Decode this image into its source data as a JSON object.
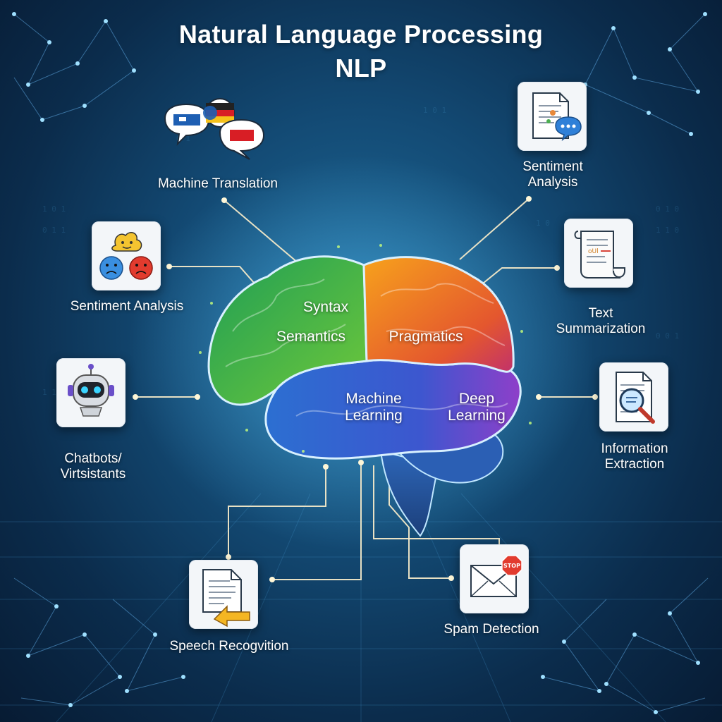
{
  "title": {
    "line1": "Natural Language Processing",
    "line2": "NLP"
  },
  "brain": {
    "regions": [
      {
        "name": "syntax",
        "label": "Syntax"
      },
      {
        "name": "semantics",
        "label": "Semantics"
      },
      {
        "name": "pragmatics",
        "label": "Pragmatics"
      },
      {
        "name": "machine-learning",
        "label": "Machine\nLearning"
      },
      {
        "name": "deep-learning",
        "label": "Deep\nLearning"
      }
    ],
    "colors": {
      "syntax": "#3bb44a",
      "pragmatics": "#f07f1e",
      "learning": "#2a7fd4",
      "deep": "#8e3fc9"
    }
  },
  "applications": [
    {
      "name": "machine-translation",
      "label": "Machine Translation",
      "icon": "chat-flags-icon"
    },
    {
      "name": "sentiment-analysis-right",
      "label": "Sentiment\nAnalysis",
      "icon": "document-chat-icon"
    },
    {
      "name": "sentiment-analysis-left",
      "label": "Sentiment Analysis",
      "icon": "emoji-faces-icon"
    },
    {
      "name": "text-summarization",
      "label": "Text\nSummarization",
      "icon": "scroll-icon"
    },
    {
      "name": "chatbots",
      "label": "Chatbots/\nVirtsistants",
      "icon": "robot-icon"
    },
    {
      "name": "information-extraction",
      "label": "Information\nExtraction",
      "icon": "magnifier-document-icon"
    },
    {
      "name": "speech-recognition",
      "label": "Speech Recogvition",
      "icon": "document-arrow-icon"
    },
    {
      "name": "spam-detection",
      "label": "Spam Detection",
      "icon": "envelope-stop-icon",
      "badge": "STOP"
    }
  ]
}
